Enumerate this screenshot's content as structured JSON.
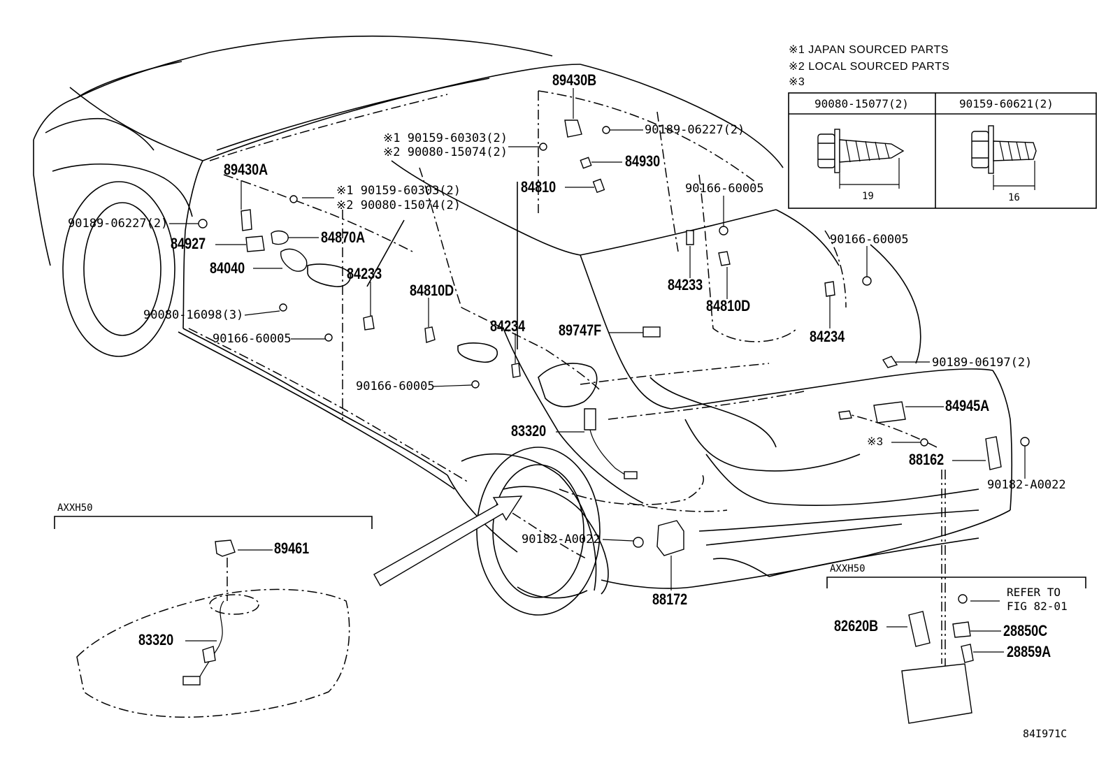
{
  "notes": {
    "note1": "※1 JAPAN SOURCED PARTS",
    "note2": "※2 LOCAL SOURCED PARTS",
    "note3": "※3"
  },
  "bolt_table": {
    "col1_part": "90080-15077(2)",
    "col1_length": "19",
    "col2_part": "90159-60621(2)",
    "col2_length": "16"
  },
  "callouts": {
    "p89430B": "89430B",
    "p90159_60303_a": "※1 90159-60303(2)",
    "p90080_15074_a": "※2 90080-15074(2)",
    "p90189_06227_r": "90189-06227(2)",
    "p84930": "84930",
    "p84810": "84810",
    "p89430A": "89430A",
    "p90159_60303_b": "※1 90159-60303(2)",
    "p90080_15074_b": "※2 90080-15074(2)",
    "p90189_06227_l": "90189-06227(2)",
    "p84927": "84927",
    "p84870A": "84870A",
    "p84040": "84040",
    "p84233_l": "84233",
    "p90080_16098": "90080-16098(3)",
    "p84810D_l": "84810D",
    "p90166_60005_a": "90166-60005",
    "p84234_l": "84234",
    "p89747F": "89747F",
    "p90166_60005_b": "90166-60005",
    "p90166_60005_c": "90166-60005",
    "p84233_r": "84233",
    "p84810D_r": "84810D",
    "p90166_60005_d": "90166-60005",
    "p84234_r": "84234",
    "p90189_06197": "90189-06197(2)",
    "p84945A": "84945A",
    "p83320_main": "83320",
    "p_note3": "※3",
    "p88162": "88162",
    "p90182_A0022_r": "90182-A0022",
    "p90182_A0022_l": "90182-A0022",
    "p88172": "88172",
    "p89461": "89461",
    "p83320_inset": "83320",
    "p82620B": "82620B",
    "p28850C": "28850C",
    "p28859A": "28859A",
    "refer": "REFER TO",
    "refer_fig": "FIG 82-01"
  },
  "insets": {
    "left_model": "AXXH50",
    "right_model": "AXXH50"
  },
  "figure_id": "84I971C"
}
